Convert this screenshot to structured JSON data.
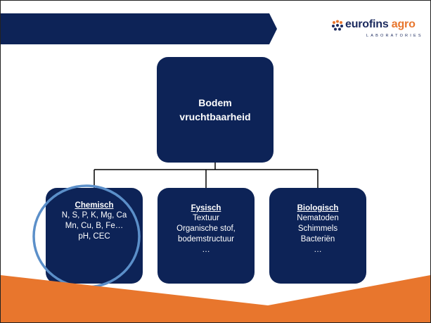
{
  "logo": {
    "word_main": "eurofins",
    "word_accent": "agro",
    "subtitle": "LABORATORIES"
  },
  "root": {
    "title_line1": "Bodem",
    "title_line2": "vruchtbaarheid"
  },
  "categories": [
    {
      "title": "Chemisch",
      "lines": [
        "N, S, P, K, Mg, Ca",
        "Mn, Cu, B, Fe…",
        "pH, CEC"
      ]
    },
    {
      "title": "Fysisch",
      "lines": [
        "Textuur",
        "Organische stof,",
        "bodemstructuur",
        "…"
      ]
    },
    {
      "title": "Biologisch",
      "lines": [
        "Nematoden",
        "Schimmels",
        "Bacteriën",
        "…"
      ]
    }
  ],
  "colors": {
    "navy": "#0d2357",
    "orange": "#e8762d",
    "highlight_ring": "#5b8fc9"
  }
}
